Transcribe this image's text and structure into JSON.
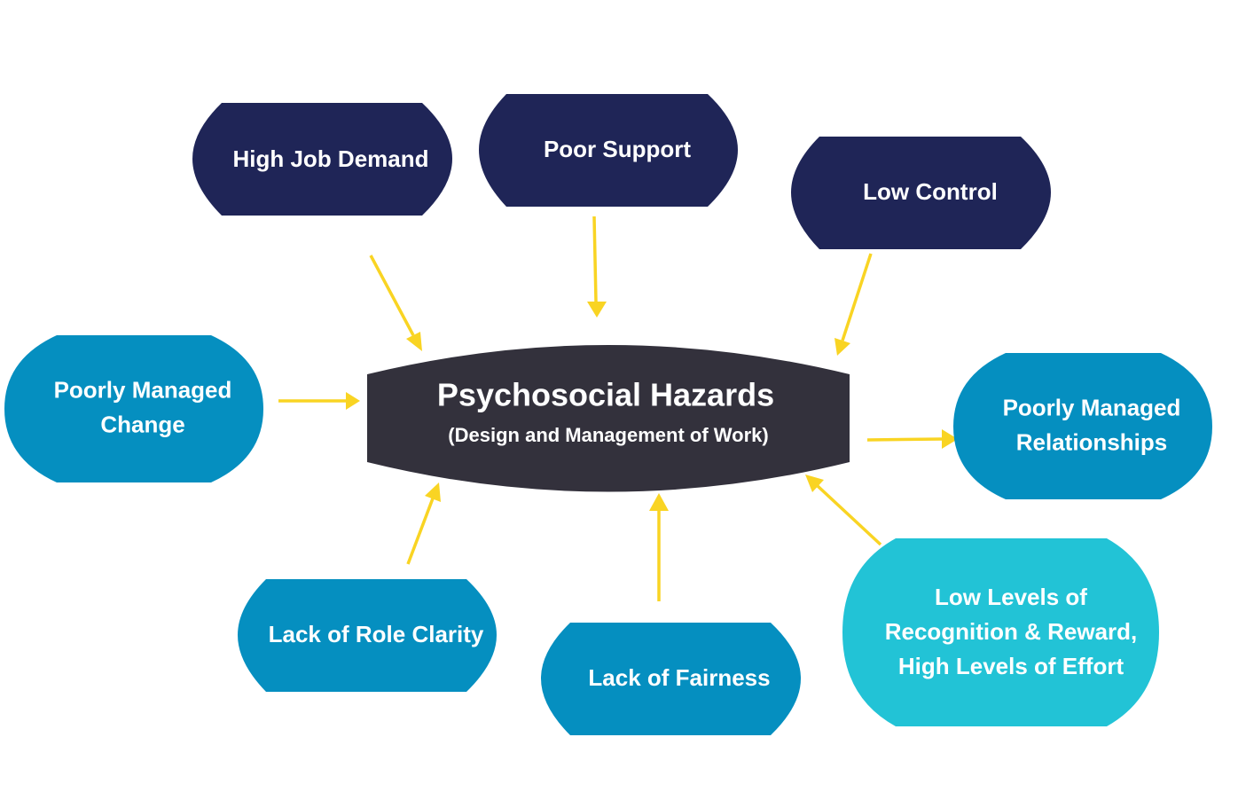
{
  "colors": {
    "dark_navy": "#1f2557",
    "teal": "#058fc0",
    "light_teal": "#22c3d6",
    "center": "#33313c",
    "arrow": "#f9d423"
  },
  "center": {
    "title": "Psychosocial Hazards",
    "subtitle": "(Design and Management of Work)"
  },
  "nodes": {
    "high_job_demand": [
      "High Job Demand"
    ],
    "poor_support": [
      "Poor Support"
    ],
    "low_control": [
      "Low Control"
    ],
    "poorly_managed_change": [
      "Poorly Managed",
      "Change"
    ],
    "poorly_managed_relationships": [
      "Poorly Managed",
      "Relationships"
    ],
    "lack_of_role_clarity": [
      "Lack of Role Clarity"
    ],
    "lack_of_fairness": [
      "Lack of Fairness"
    ],
    "recognition_reward": [
      "Low Levels of",
      "Recognition & Reward,",
      "High Levels of Effort"
    ]
  }
}
